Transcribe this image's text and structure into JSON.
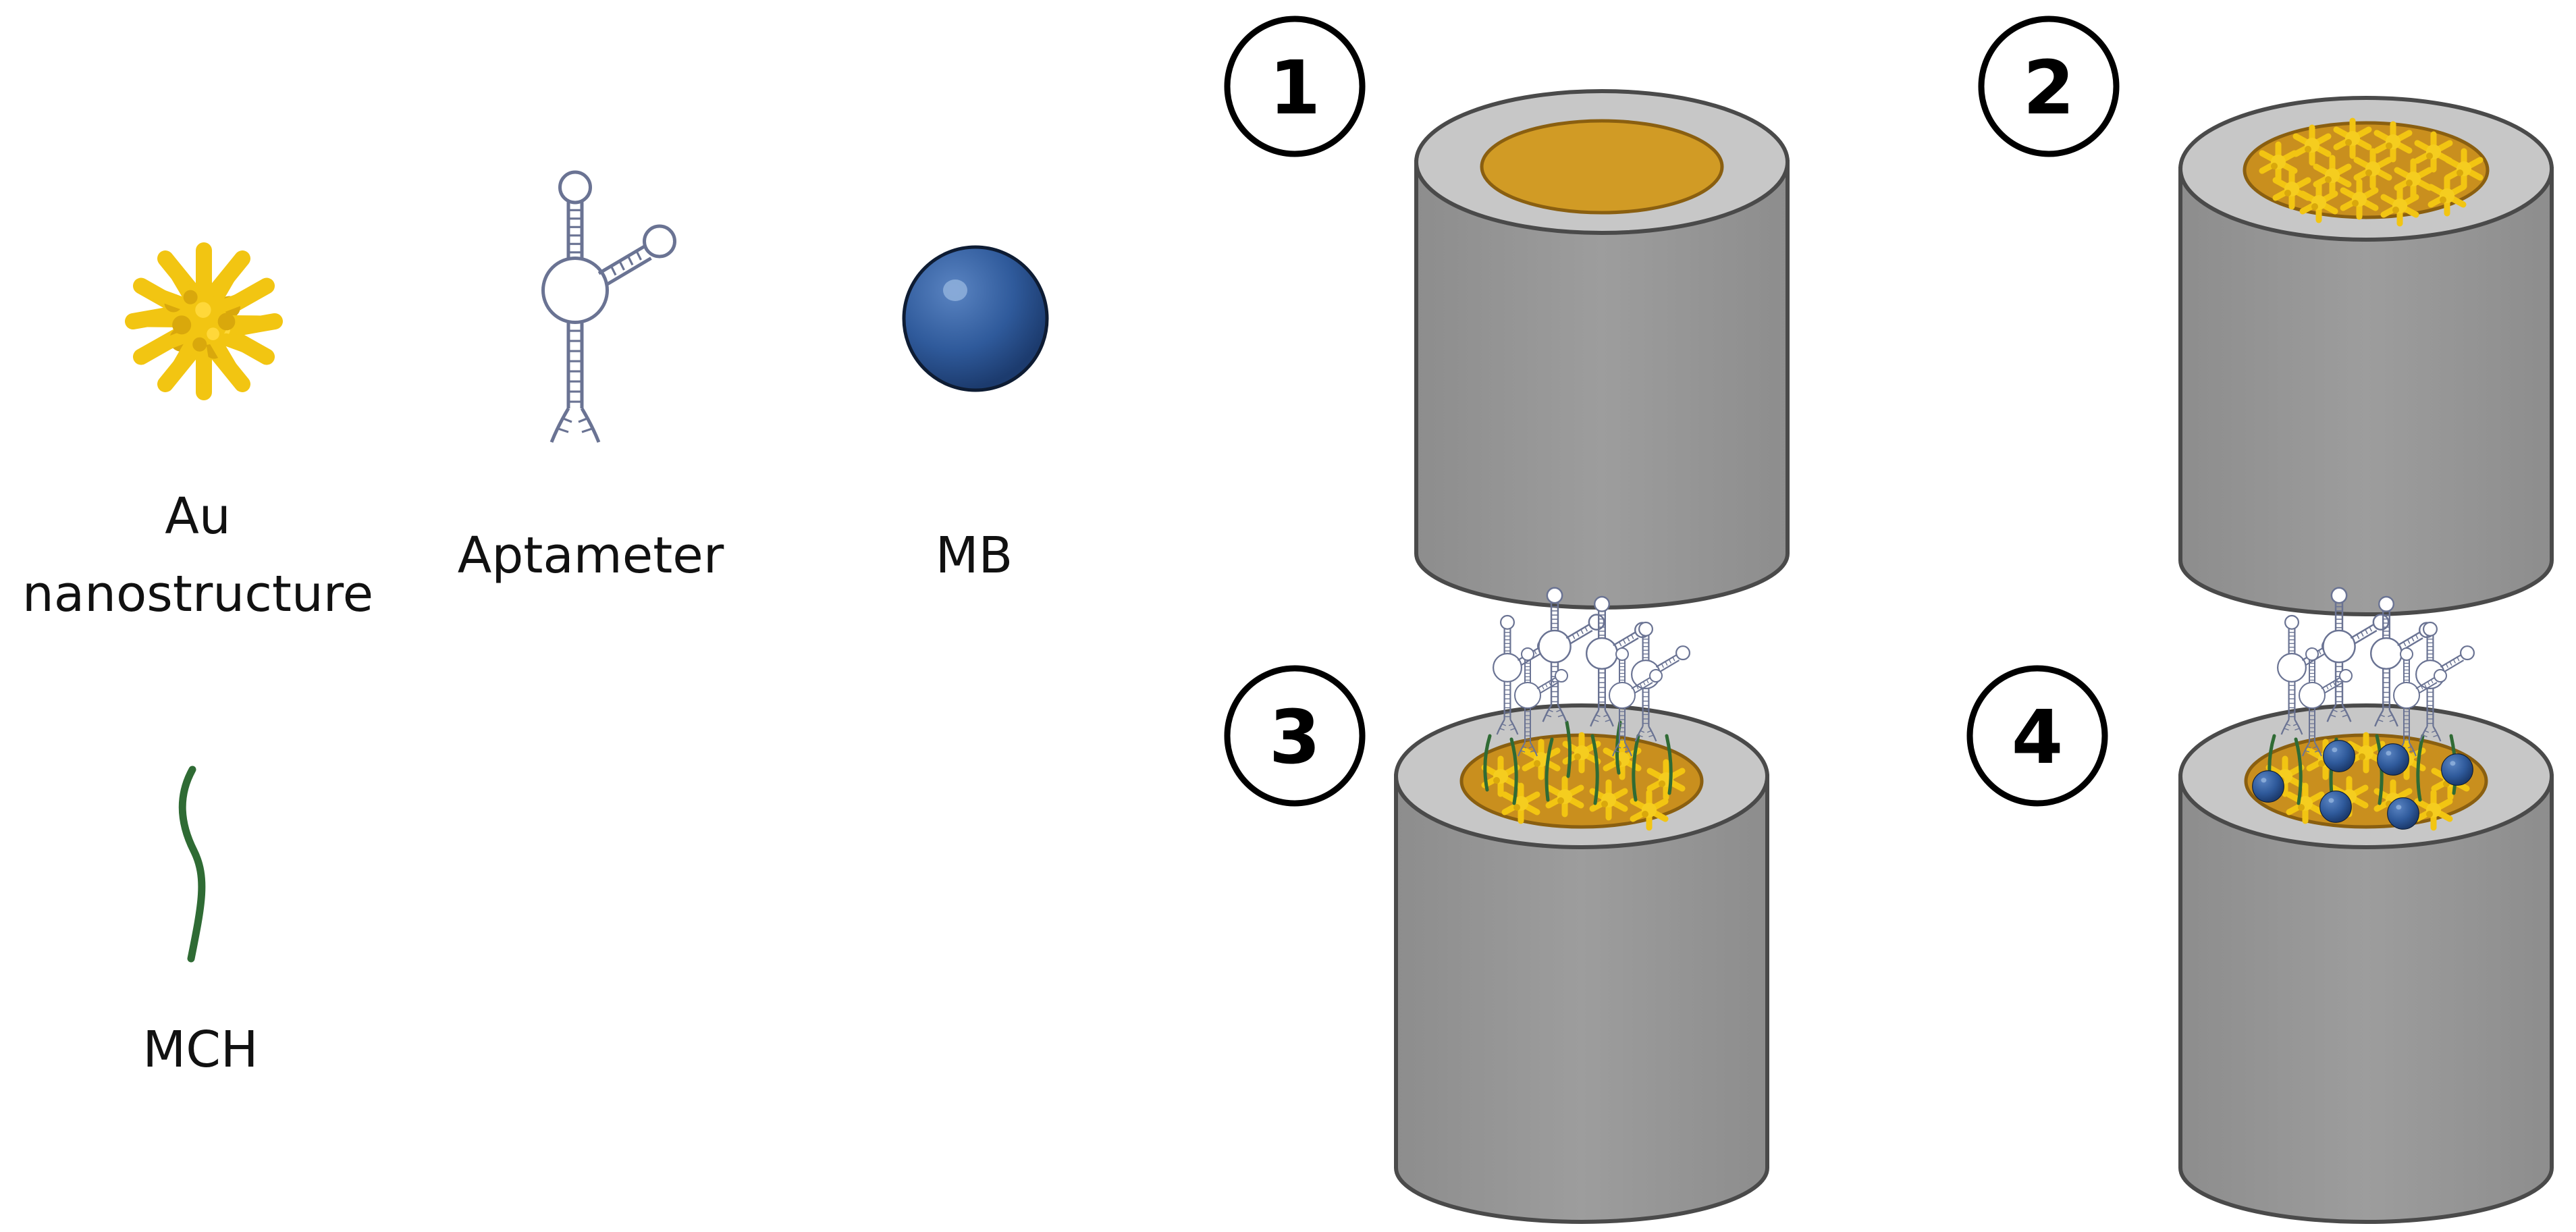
{
  "legend": {
    "au_line1": "Au",
    "au_line2": "nanostructure",
    "aptamer": "Aptameter",
    "mb": "MB",
    "mch": "MCH"
  },
  "steps": [
    "1",
    "2",
    "3",
    "4"
  ],
  "colors": {
    "electrode_body": "#9a9a9a",
    "electrode_rim": "#c7c7c7",
    "electrode_outline": "#4a4a4a",
    "gold_surface": "#d4a02a",
    "gold_nano": "#f2c512",
    "aptamer_outline": "#6a7393",
    "mb_blue": "#2f5a9b",
    "mch_green": "#2f6b34"
  },
  "icons": {
    "au": "gold-nanostructure-icon",
    "aptamer": "aptamer-icon",
    "mb": "methylene-blue-sphere-icon",
    "mch": "mch-chain-icon"
  }
}
